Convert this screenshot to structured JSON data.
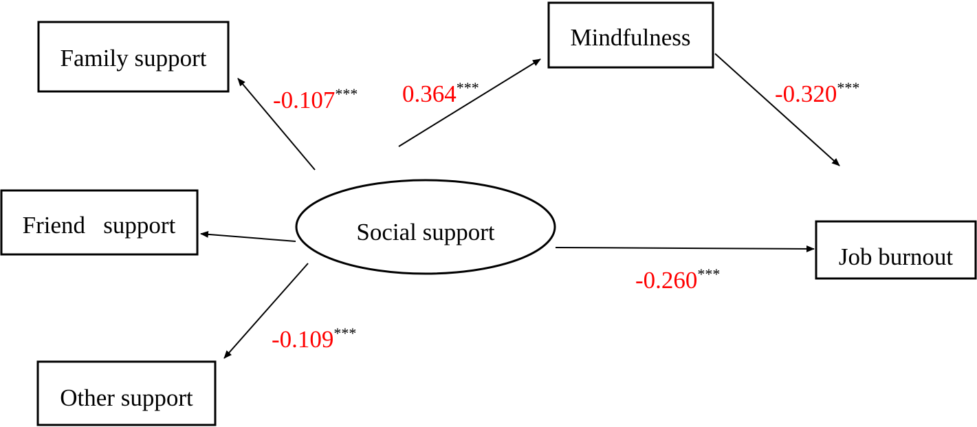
{
  "colors": {
    "coefficient": "#ff0000",
    "stroke": "#000000",
    "background": "#ffffff"
  },
  "nodes": {
    "family_support": "Family support",
    "friend_support": "Friend   support",
    "other_support": "Other support",
    "social_support": "Social support",
    "mindfulness": "Mindfulness",
    "job_burnout": "Job burnout"
  },
  "edges": {
    "social_to_family": {
      "coef": "-0.107",
      "sig": "***"
    },
    "social_to_mindfulness": {
      "coef": "0.364",
      "sig": "***"
    },
    "mindfulness_to_burnout": {
      "coef": "-0.320",
      "sig": "***"
    },
    "social_to_burnout": {
      "coef": "-0.260",
      "sig": "***"
    },
    "social_to_other": {
      "coef": "-0.109",
      "sig": "***"
    },
    "social_to_friend": {
      "coef": "",
      "sig": ""
    }
  }
}
